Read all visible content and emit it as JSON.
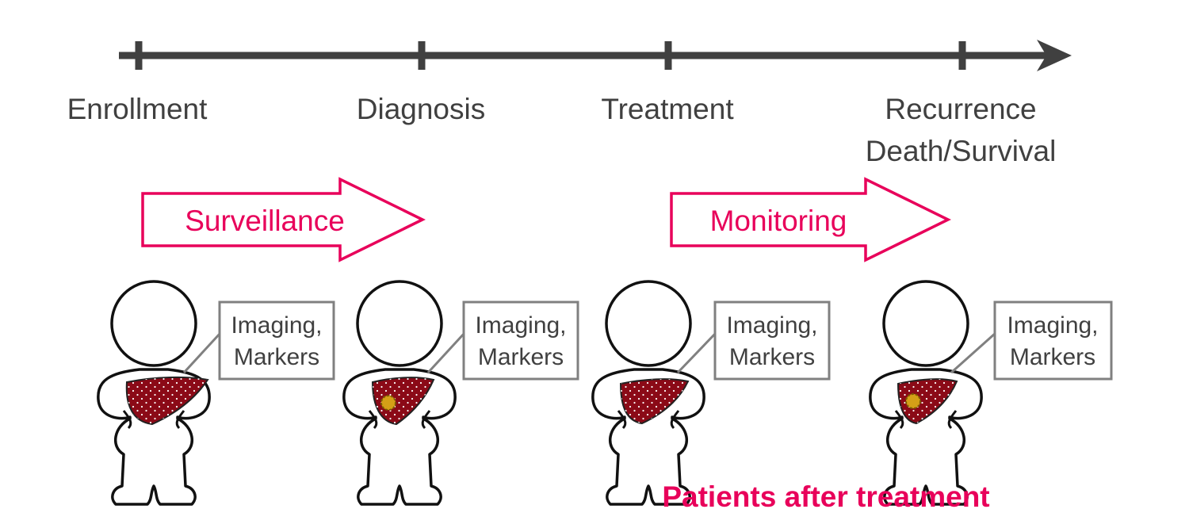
{
  "timeline": {
    "milestones": [
      {
        "id": "enrollment",
        "label": "Enrollment"
      },
      {
        "id": "diagnosis",
        "label": "Diagnosis"
      },
      {
        "id": "treatment",
        "label": "Treatment"
      },
      {
        "id": "recurrence",
        "label": "Recurrence",
        "label2": "Death/Survival"
      }
    ]
  },
  "phases": [
    {
      "id": "surveillance",
      "label": "Surveillance"
    },
    {
      "id": "monitoring",
      "label": "Monitoring"
    }
  ],
  "patients": [
    {
      "id": "p1",
      "line1": "Imaging,",
      "line2": "Markers",
      "tumor": false
    },
    {
      "id": "p2",
      "line1": "Imaging,",
      "line2": "Markers",
      "tumor": true
    },
    {
      "id": "p3",
      "line1": "Imaging,",
      "line2": "Markers",
      "tumor": false
    },
    {
      "id": "p4",
      "line1": "Imaging,",
      "line2": "Markers",
      "tumor": true
    }
  ],
  "footer": {
    "label": "Patients after treatment"
  },
  "colors": {
    "axis": "#404040",
    "accent": "#e8005a",
    "liver": "#8b0a17",
    "tumor": "#d4a017",
    "box_border": "#808080"
  }
}
